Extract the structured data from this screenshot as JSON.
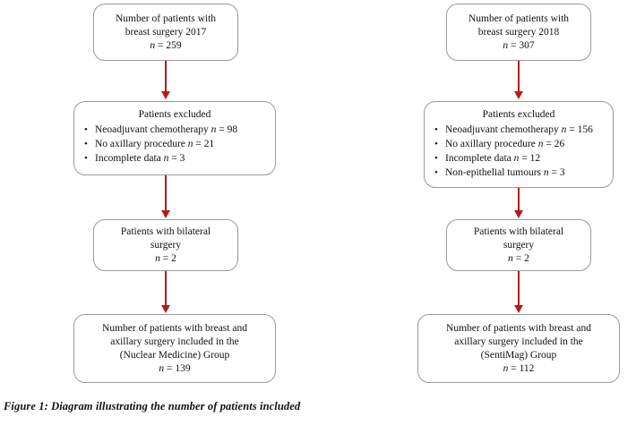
{
  "figure": {
    "caption": "Figure 1: Diagram illustrating the number of patients included"
  },
  "theme": {
    "arrow_color": "#b31b1b",
    "box_border_color": "#9a9a9a",
    "text_color": "#14100f",
    "background": "#ffffff"
  },
  "columns": [
    {
      "id": "left",
      "nodes": [
        {
          "id": "left-enrolled",
          "type": "terminal",
          "lines": [
            "Number of patients with",
            "breast surgery 2017"
          ],
          "count_label": "n",
          "count_value": "259",
          "count_text": "n = 259"
        },
        {
          "id": "left-excluded",
          "type": "excluded",
          "header": "Patients excluded",
          "items": [
            {
              "label": "Neoadjuvant chemotherapy",
              "count_label": "n",
              "count_value": "98",
              "text": "Neoadjuvant chemotherapy n = 98"
            },
            {
              "label": "No axillary procedure",
              "count_label": "n",
              "count_value": "21",
              "text": "No axillary procedure n = 21"
            },
            {
              "label": "Incomplete data",
              "count_label": "n",
              "count_value": "3",
              "text": "Incomplete data n = 3"
            }
          ]
        },
        {
          "id": "left-bilateral",
          "type": "terminal",
          "lines": [
            "Patients with bilateral",
            "surgery"
          ],
          "count_label": "n",
          "count_value": "2",
          "count_text": "n = 2"
        },
        {
          "id": "left-included",
          "type": "terminal",
          "lines": [
            "Number of patients with breast and",
            "axillary surgery included in the",
            "(Nuclear Medicine) Group"
          ],
          "group_name": "Nuclear Medicine",
          "count_label": "n",
          "count_value": "139",
          "count_text": "n = 139"
        }
      ]
    },
    {
      "id": "right",
      "nodes": [
        {
          "id": "right-enrolled",
          "type": "terminal",
          "lines": [
            "Number of patients with",
            "breast surgery 2018"
          ],
          "count_label": "n",
          "count_value": "307",
          "count_text": "n = 307"
        },
        {
          "id": "right-excluded",
          "type": "excluded",
          "header": "Patients excluded",
          "items": [
            {
              "label": "Neoadjuvant chemotherapy",
              "count_label": "n",
              "count_value": "156",
              "text": "Neoadjuvant chemotherapy n = 156"
            },
            {
              "label": "No axillary procedure",
              "count_label": "n",
              "count_value": "26",
              "text": "No axillary procedure n = 26"
            },
            {
              "label": "Incomplete data",
              "count_label": "n",
              "count_value": "12",
              "text": "Incomplete data n = 12"
            },
            {
              "label": "Non-epithelial tumours",
              "count_label": "n",
              "count_value": "3",
              "text": "Non-epithelial tumours n = 3"
            }
          ]
        },
        {
          "id": "right-bilateral",
          "type": "terminal",
          "lines": [
            "Patients with bilateral",
            "surgery"
          ],
          "count_label": "n",
          "count_value": "2",
          "count_text": "n = 2"
        },
        {
          "id": "right-included",
          "type": "terminal",
          "lines": [
            "Number of patients with breast and",
            "axillary surgery included in the",
            "(SentiMag) Group"
          ],
          "group_name": "SentiMag",
          "count_label": "n",
          "count_value": "112",
          "count_text": "n = 112"
        }
      ]
    }
  ],
  "chart_data": {
    "type": "diagram",
    "title": "Figure 1: Diagram illustrating the number of patients included",
    "flow": [
      {
        "cohort": "Nuclear Medicine",
        "year": 2017,
        "initial_patients": 259,
        "excluded": [
          {
            "reason": "Neoadjuvant chemotherapy",
            "n": 98
          },
          {
            "reason": "No axillary procedure",
            "n": 21
          },
          {
            "reason": "Incomplete data",
            "n": 3
          }
        ],
        "bilateral_surgery": 2,
        "included": 139
      },
      {
        "cohort": "SentiMag",
        "year": 2018,
        "initial_patients": 307,
        "excluded": [
          {
            "reason": "Neoadjuvant chemotherapy",
            "n": 156
          },
          {
            "reason": "No axillary procedure",
            "n": 26
          },
          {
            "reason": "Incomplete data",
            "n": 12
          },
          {
            "reason": "Non-epithelial tumours",
            "n": 3
          }
        ],
        "bilateral_surgery": 2,
        "included": 112
      }
    ]
  }
}
